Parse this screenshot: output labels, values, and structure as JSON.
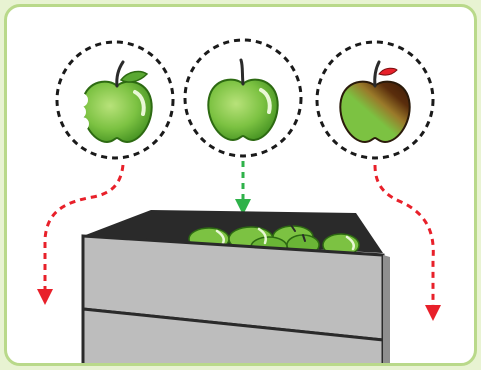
{
  "diagram": {
    "apples": [
      {
        "state": "bitten",
        "arrow_direction": "down-left",
        "arrow_color": "#e8202a"
      },
      {
        "state": "good",
        "arrow_direction": "down",
        "arrow_color": "#2fb24a"
      },
      {
        "state": "rotten",
        "arrow_direction": "down-right",
        "arrow_color": "#e8202a"
      }
    ],
    "colors": {
      "apple_green": "#7cc242",
      "apple_dark": "#3f8d1e",
      "rot_brown": "#5a2d0c",
      "box_gray": "#bdbdbd",
      "box_dark": "#2a2a2a",
      "frame_border": "#b9d98a",
      "background": "#e8f3d2"
    }
  }
}
